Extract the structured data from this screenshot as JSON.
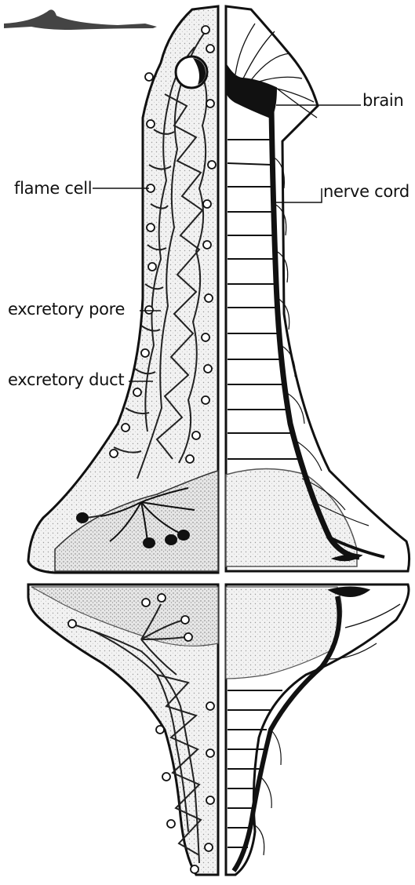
{
  "labels": {
    "flame_cell": "flame cell",
    "excretory_pore": "excretory pore",
    "excretory_duct": "excretory duct",
    "brain": "brain",
    "nerve_cord": "nerve cord"
  },
  "colors": {
    "ink": "#111111",
    "stipple": "#ececec",
    "paper": "#ffffff"
  }
}
